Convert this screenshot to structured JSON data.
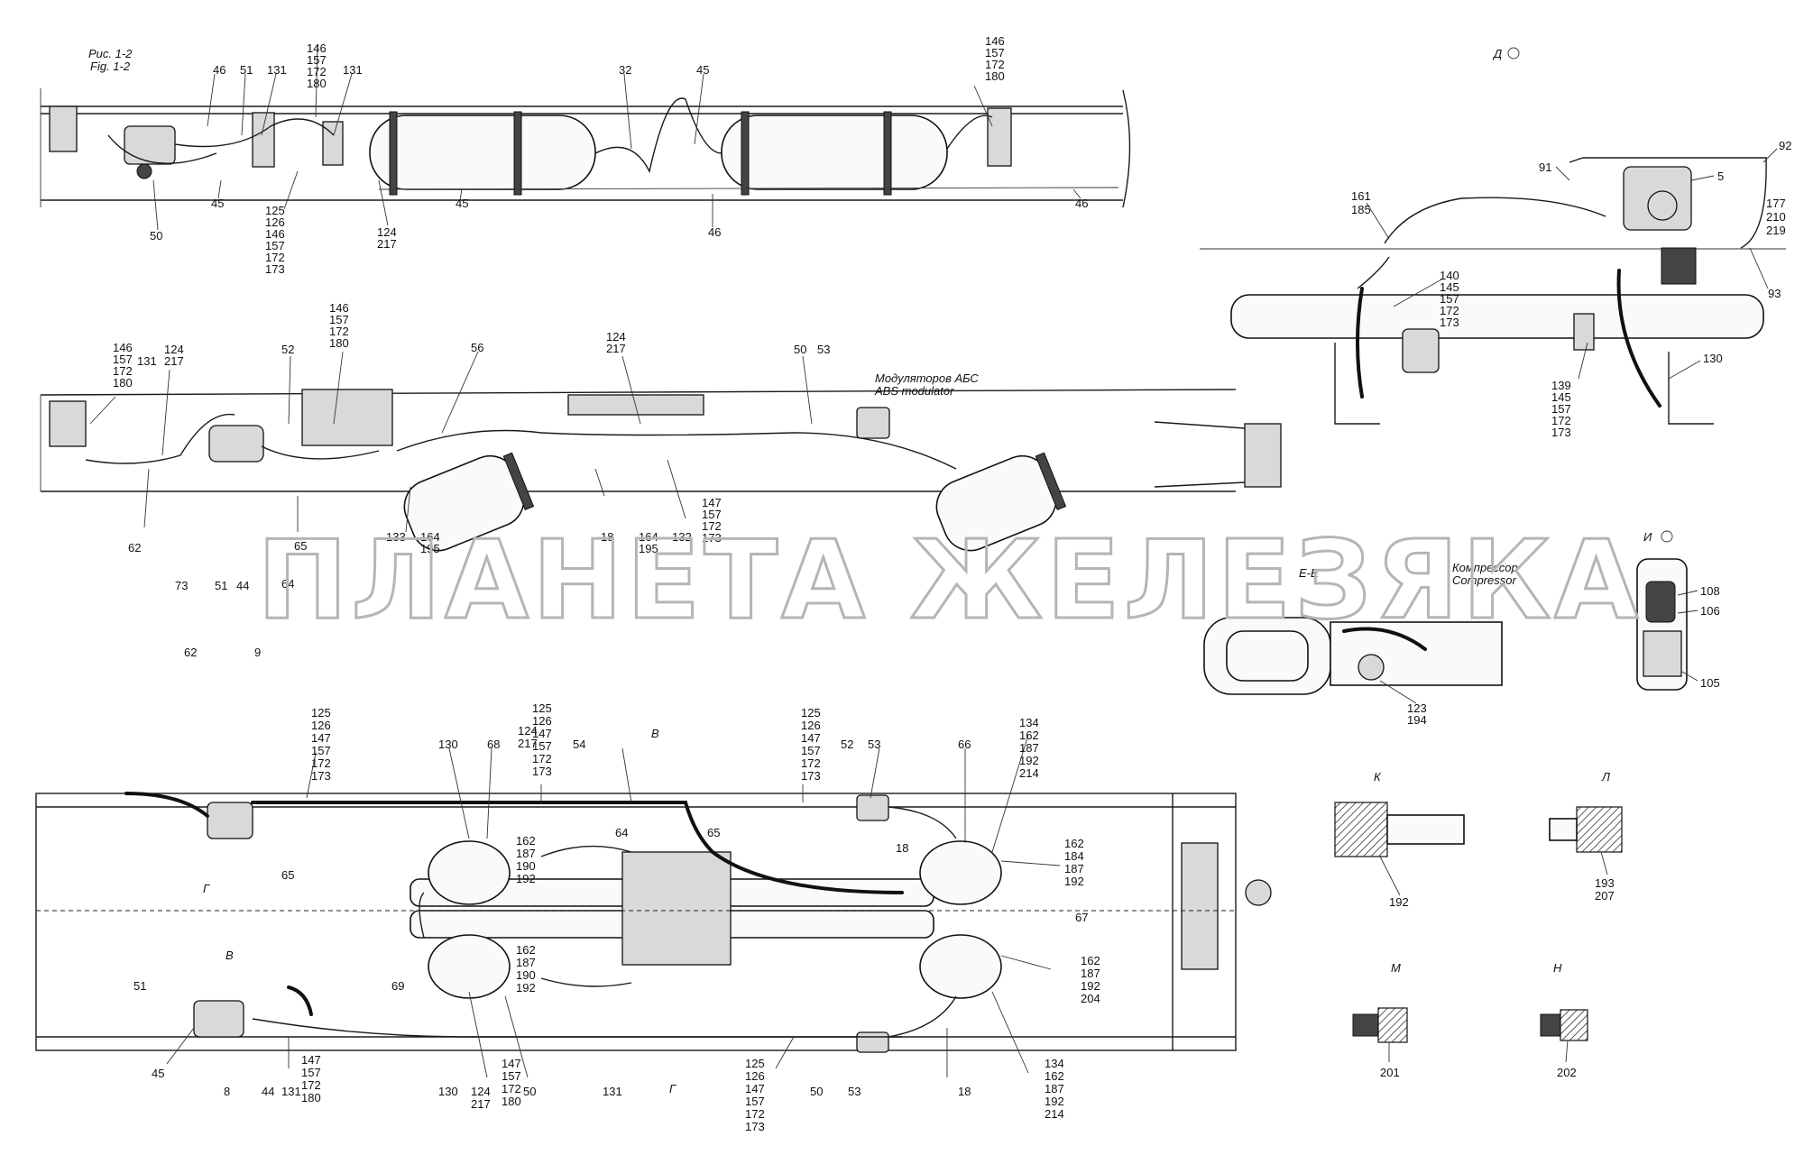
{
  "figure_ref": [
    "Рис. 1-2",
    "Fig. 1-2"
  ],
  "watermark": "ПЛАНЕТА ЖЕЛЕЗЯКА",
  "views": {
    "D": "Д",
    "I": "И",
    "K": "К",
    "L": "Л",
    "M": "М",
    "N": "Н",
    "V": "В",
    "G": "Г",
    "EE": "Е-Е"
  },
  "captions": {
    "abs_modulator_ru": "Модуляторов АБС",
    "abs_modulator_en": "ABS modulator",
    "compressor_ru": "Компрессор",
    "compressor_en": "Compressor"
  },
  "callouts": {
    "top": [
      "46",
      "51",
      "131",
      "146",
      "157",
      "172",
      "180",
      "131",
      "32",
      "45",
      "146",
      "157",
      "172",
      "180",
      "50",
      "45",
      "125",
      "126",
      "146",
      "157",
      "172",
      "173",
      "124",
      "217",
      "45",
      "46",
      "46"
    ],
    "mid": [
      "146",
      "157",
      "172",
      "180",
      "124",
      "217",
      "131",
      "52",
      "146",
      "157",
      "172",
      "180",
      "56",
      "124",
      "217",
      "50",
      "53",
      "62",
      "73",
      "51",
      "44",
      "65",
      "64",
      "133",
      "164",
      "195",
      "18",
      "164",
      "195",
      "132",
      "147",
      "157",
      "172",
      "173"
    ],
    "bottom": [
      "62",
      "9",
      "125",
      "126",
      "147",
      "157",
      "172",
      "173",
      "130",
      "68",
      "124",
      "217",
      "125",
      "126",
      "147",
      "157",
      "172",
      "173",
      "54",
      "125",
      "126",
      "147",
      "157",
      "172",
      "173",
      "52",
      "53",
      "66",
      "134",
      "162",
      "187",
      "192",
      "214",
      "64",
      "65",
      "18",
      "162",
      "187",
      "190",
      "192",
      "162",
      "184",
      "187",
      "192",
      "65",
      "67",
      "69",
      "162",
      "187",
      "190",
      "192",
      "162",
      "187",
      "192",
      "204",
      "51",
      "45",
      "8",
      "44",
      "131",
      "147",
      "157",
      "172",
      "180",
      "130",
      "124",
      "217",
      "147",
      "157",
      "172",
      "180",
      "50",
      "131",
      "125",
      "126",
      "147",
      "157",
      "172",
      "173",
      "50",
      "53",
      "18",
      "134",
      "162",
      "187",
      "192",
      "214"
    ],
    "view_d": [
      "5",
      "92",
      "91",
      "177",
      "210",
      "219",
      "161",
      "185",
      "140",
      "145",
      "157",
      "172",
      "173",
      "93",
      "139",
      "145",
      "157",
      "172",
      "173",
      "130"
    ],
    "view_i": [
      "108",
      "106",
      "105"
    ],
    "view_ee": [
      "123",
      "194"
    ],
    "details": [
      "192",
      "193",
      "207",
      "201",
      "202"
    ]
  }
}
